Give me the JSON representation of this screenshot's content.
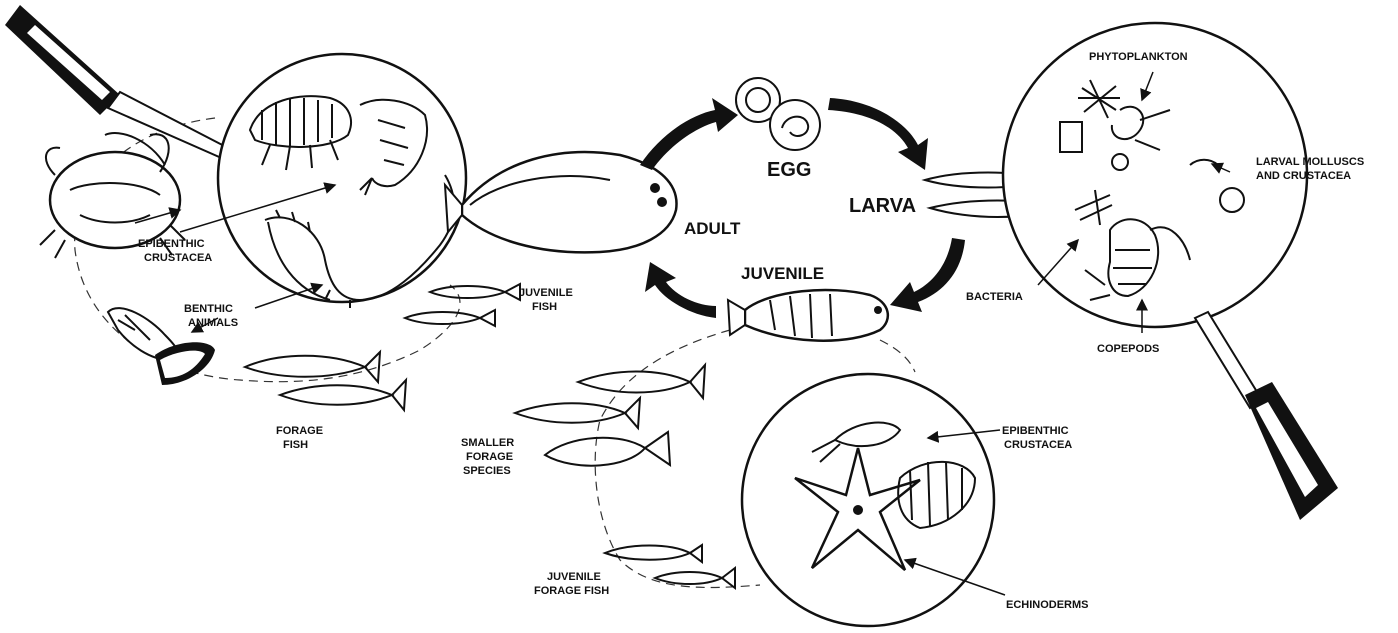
{
  "stages": {
    "egg": "EGG",
    "larva": "LARVA",
    "adult": "ADULT",
    "juvenile": "JUVENILE"
  },
  "labels": {
    "phytoplankton": "PHYTOPLANKTON",
    "larval_molluscs": [
      "LARVAL MOLLUSCS",
      "AND CRUSTACEA"
    ],
    "bacteria": "BACTERIA",
    "copepods": "COPEPODS",
    "epibenthic_left": [
      "EPIBENTHIC",
      "CRUSTACEA"
    ],
    "benthic": [
      "BENTHIC",
      "ANIMALS"
    ],
    "juvenile_fish": [
      "JUVENILE",
      "FISH"
    ],
    "forage_fish": [
      "FORAGE",
      "FISH"
    ],
    "smaller_forage": [
      "SMALLER",
      "FORAGE",
      "SPECIES"
    ],
    "juvenile_forage": [
      "JUVENILE",
      "FORAGE FISH"
    ],
    "epibenthic_right": [
      "EPIBENTHIC",
      "CRUSTACEA"
    ],
    "echinoderms": "ECHINODERMS"
  }
}
